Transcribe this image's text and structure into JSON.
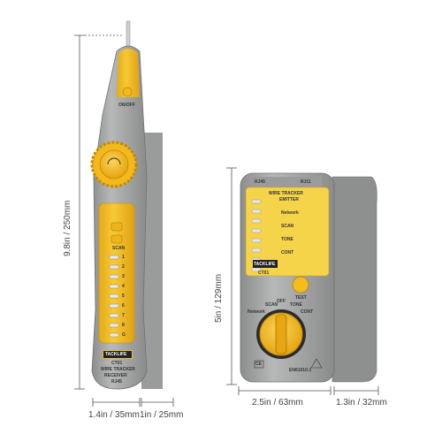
{
  "dimensions": {
    "receiver_height": "9.8in / 250mm",
    "receiver_width": "1.4in / 35mm",
    "receiver_depth": "1in / 25mm",
    "emitter_height": "5in / 129mm",
    "emitter_width": "2.5in / 63mm",
    "emitter_depth": "1.3in / 32mm"
  },
  "receiver": {
    "on_off": "ON/OFF",
    "scan": "SCAN",
    "brand": "TACKLIFE",
    "model": "CT01",
    "name_line1": "WIRE TRACKER",
    "name_line2": "RECEIVER",
    "port": "RJ45",
    "leds": [
      "1",
      "2",
      "3",
      "4",
      "5",
      "6",
      "7",
      "8",
      "G"
    ]
  },
  "emitter": {
    "port_rj45": "RJ45",
    "port_rj11": "RJ11",
    "title_line1": "WIRE TRACKER",
    "title_line2": "EMITTER",
    "modes": [
      "Network",
      "SCAN",
      "TONE",
      "CONT"
    ],
    "brand": "TACKLIFE",
    "model": "CT01",
    "test": "TEST",
    "dial_scan": "SCAN",
    "dial_off": "OFF",
    "dial_tone": "TONE",
    "dial_network": "Network",
    "dial_cont": "CONT",
    "ce": "CE",
    "standard": "EN61010-1"
  },
  "colors": {
    "body_gray": "#a9aba9",
    "dark_gray": "#7d7f7e",
    "yellow": "#f4bb1d",
    "panel_yellow": "#f6d44a"
  }
}
